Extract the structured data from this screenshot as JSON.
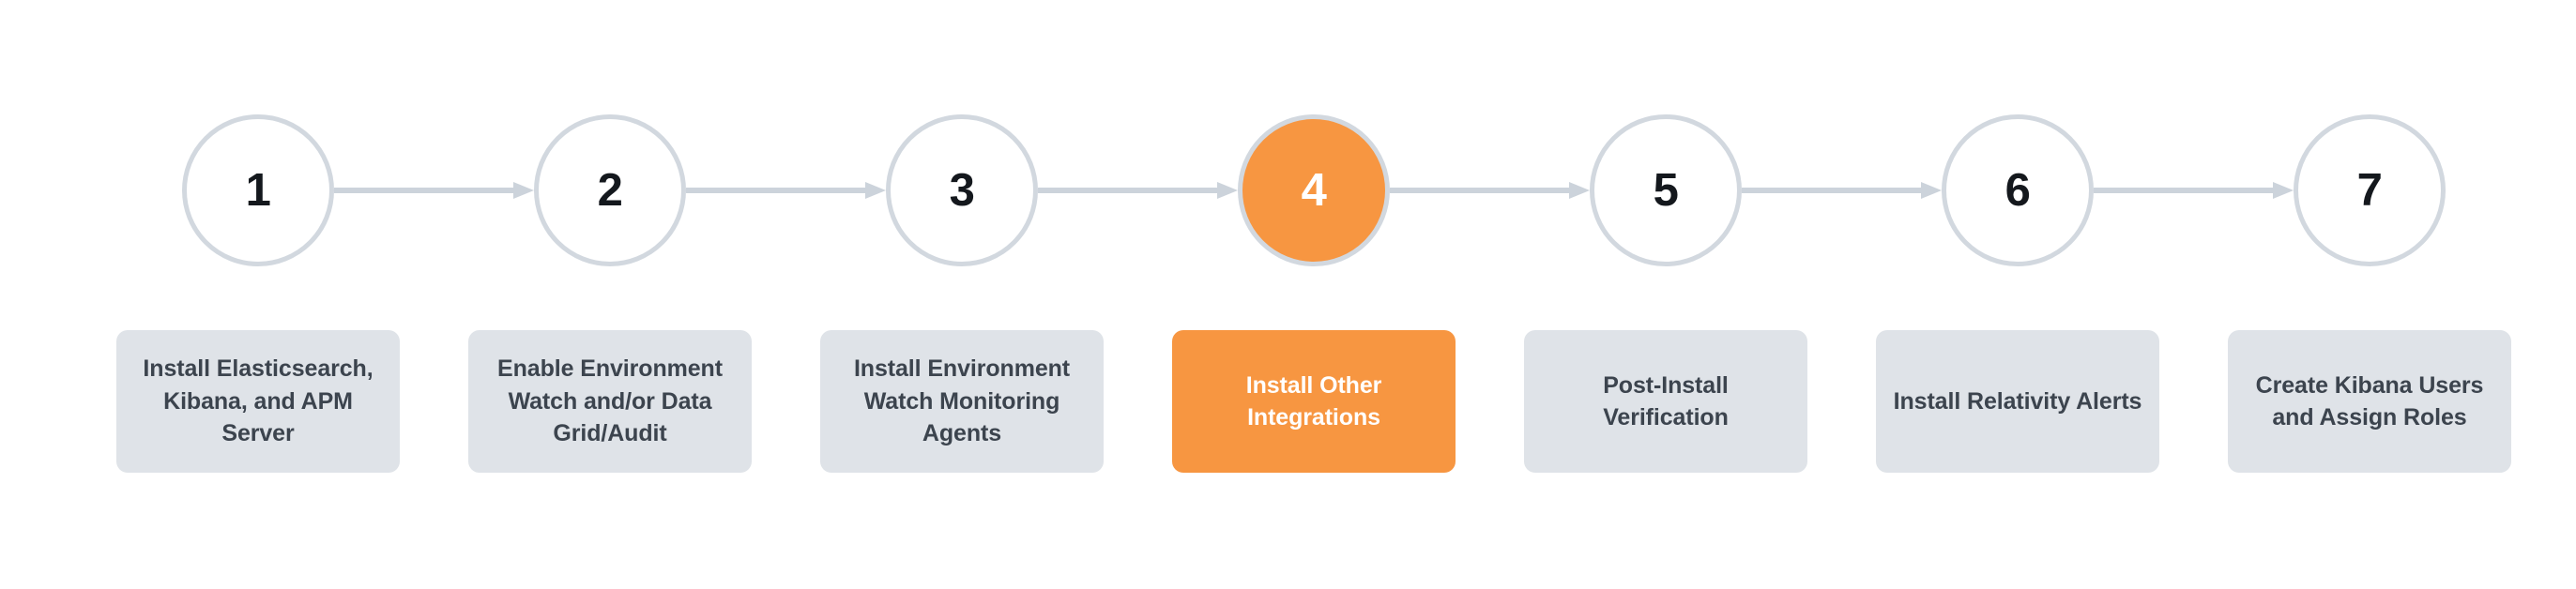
{
  "diagram": {
    "type": "horizontal-step-flow",
    "total_steps": 7,
    "active_step": 4,
    "colors": {
      "accent": "#f79641",
      "box_background": "#dfe3e8",
      "box_text": "#3c444e",
      "active_text": "#ffffff",
      "circle_border": "#d2d8df",
      "connector": "#ccd3db",
      "number_text": "#14181d",
      "page_background": "#ffffff"
    },
    "steps": [
      {
        "number": "1",
        "label": "Install Elasticsearch,\nKibana, and APM\nServer",
        "state": "inactive"
      },
      {
        "number": "2",
        "label": "Enable Environment\nWatch and/or Data\nGrid/Audit",
        "state": "inactive"
      },
      {
        "number": "3",
        "label": "Install Environment\nWatch Monitoring\nAgents",
        "state": "inactive"
      },
      {
        "number": "4",
        "label": "Install Other\nIntegrations",
        "state": "active"
      },
      {
        "number": "5",
        "label": "Post-Install\nVerification",
        "state": "inactive"
      },
      {
        "number": "6",
        "label": "Install Relativity Alerts",
        "state": "inactive"
      },
      {
        "number": "7",
        "label": "Create Kibana Users\nand Assign Roles",
        "state": "inactive"
      }
    ],
    "connectors": [
      {
        "from": "1",
        "to": "2",
        "icon": "arrow-right-icon"
      },
      {
        "from": "2",
        "to": "3",
        "icon": "arrow-right-icon"
      },
      {
        "from": "3",
        "to": "4",
        "icon": "arrow-right-icon"
      },
      {
        "from": "4",
        "to": "5",
        "icon": "arrow-right-icon"
      },
      {
        "from": "5",
        "to": "6",
        "icon": "arrow-right-icon"
      },
      {
        "from": "6",
        "to": "7",
        "icon": "arrow-right-icon"
      }
    ]
  }
}
